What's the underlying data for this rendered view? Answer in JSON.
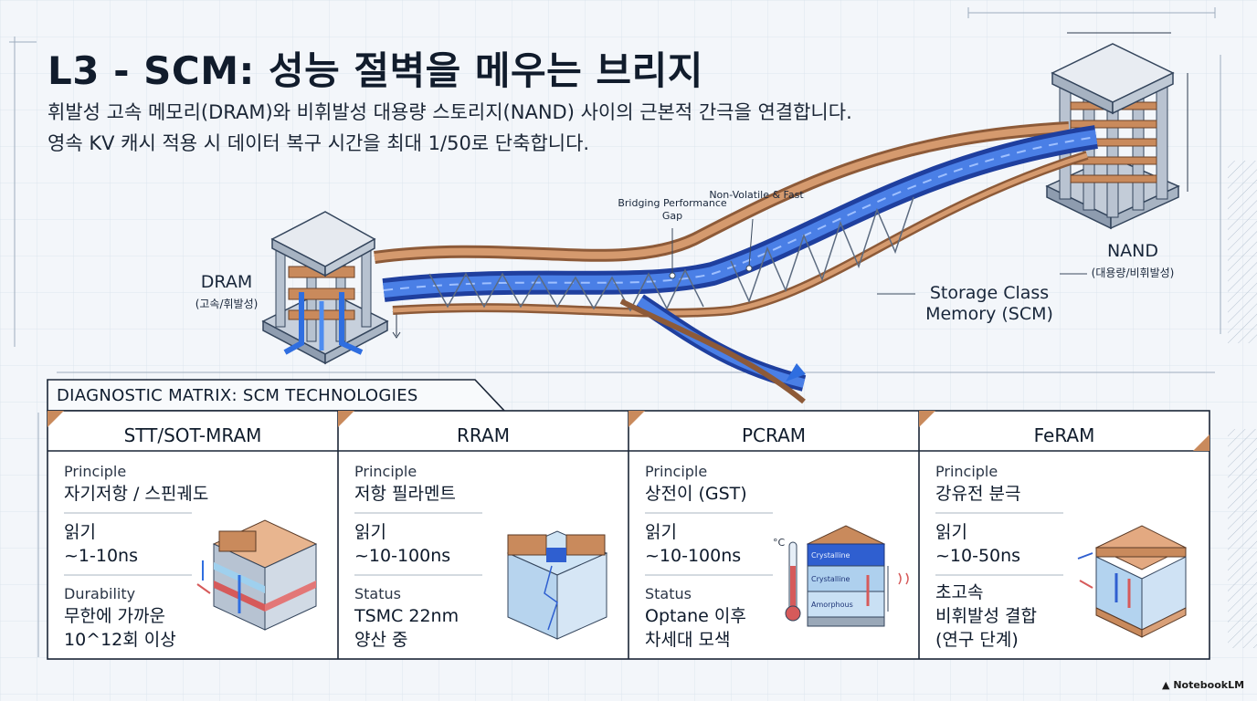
{
  "header": {
    "title": "L3 - SCM: 성능 절벽을 메우는 브리지",
    "subtitle_line1": "휘발성 고속 메모리(DRAM)와 비휘발성 대용량 스토리지(NAND) 사이의 근본적 간극을 연결합니다.",
    "subtitle_line2": "영속 KV 캐시 적용 시 데이터 복구 시간을 최대 1/50로 단축합니다."
  },
  "diagram": {
    "dram_label": "DRAM",
    "dram_sub": "(고속/휘발성)",
    "nand_label": "NAND",
    "nand_sub": "(대용량/비휘발성)",
    "callout_bridging": "Bridging Performance Gap",
    "callout_nonvolatile": "Non-Volatile & Fast",
    "scm_label": "Storage Class Memory (SCM)"
  },
  "matrix": {
    "title": "DIAGNOSTIC MATRIX: SCM TECHNOLOGIES",
    "columns": [
      {
        "name": "STT/SOT-MRAM",
        "principle_label": "Principle",
        "principle_value": "자기저항 / 스핀궤도",
        "read_label": "읽기",
        "read_value": "~1-10ns",
        "extra_label": "Durability",
        "extra_value_line1": "무한에 가까운",
        "extra_value_line2": "10^12회 이상"
      },
      {
        "name": "RRAM",
        "principle_label": "Principle",
        "principle_value": "저항 필라멘트",
        "read_label": "읽기",
        "read_value": "~10-100ns",
        "extra_label": "Status",
        "extra_value_line1": "TSMC 22nm",
        "extra_value_line2": "양산 중"
      },
      {
        "name": "PCRAM",
        "principle_label": "Principle",
        "principle_value": "상전이 (GST)",
        "read_label": "읽기",
        "read_value": "~10-100ns",
        "extra_label": "Status",
        "extra_value_line1": "Optane 이후",
        "extra_value_line2": "차세대 모색",
        "thermo_unit": "°C",
        "layer_top": "Crystalline",
        "layer_mid": "Crystalline",
        "layer_bottom": "Amorphous"
      },
      {
        "name": "FeRAM",
        "principle_label": "Principle",
        "principle_value": "강유전 분극",
        "read_label": "읽기",
        "read_value": "~10-50ns",
        "extra_value_line1": "초고속",
        "extra_value_line2": "비휘발성 결합",
        "extra_value_line3": "(연구 단계)"
      }
    ]
  },
  "footer": {
    "brand": "NotebookLM"
  },
  "colors": {
    "copper": "#c98a5c",
    "blue": "#2f5fd0",
    "steel": "#9aa8b8",
    "ink": "#111c2c"
  }
}
